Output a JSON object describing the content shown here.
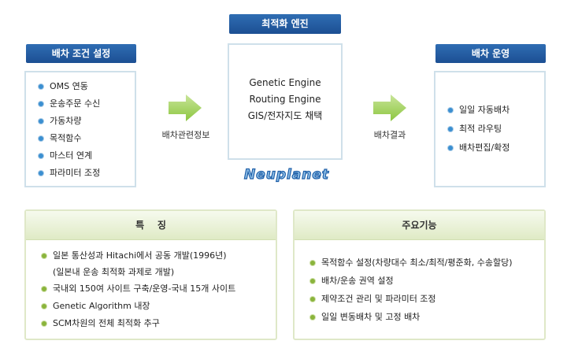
{
  "left": {
    "header": "배차 조건 설정",
    "items": [
      "OMS 연동",
      "운송주문 수신",
      "가동차량",
      "목적함수",
      "마스터 연계",
      "파라미터 조정"
    ]
  },
  "center": {
    "header": "최적화 엔진",
    "lines": [
      "Genetic  Engine",
      "Routing Engine",
      "GIS/전자지도 채택"
    ],
    "logo": "Neuplanet"
  },
  "right": {
    "header": "배차 운영",
    "items": [
      "일일 자동배차",
      "최적 라우팅",
      "배차편집/확정"
    ]
  },
  "arrows": {
    "left_label": "배차관련정보",
    "right_label": "배차결과"
  },
  "features": {
    "title": "특    징",
    "items": [
      "일본 통산성과 Hitachi에서 공동 개발(1996년)",
      "(일본내 운송 최적화 과제로 개발)",
      "국내외 150여 사이트 구축/운영-국내 15개 사이트",
      "Genetic Algorithm 내장",
      "SCM차원의 전체 최적화 추구"
    ]
  },
  "functions": {
    "title": "주요기능",
    "items": [
      "목적함수 설정(차량대수 최소/최적/평준화, 수송할당)",
      "배차/운송 권역 설정",
      "제약조건 관리 및 파라미터 조정",
      "일일 변동배차 및 고정 배차"
    ]
  },
  "colors": {
    "header_blue": "#2563a8",
    "arrow_green": "#8cc63f",
    "bullet_blue": "#3b8fd1",
    "bullet_green": "#8ab43c"
  }
}
